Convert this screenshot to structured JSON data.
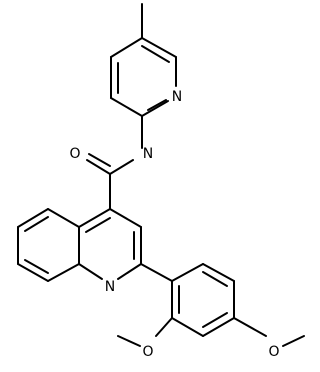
{
  "molecule": {
    "atoms": {
      "pyridine_n": "N",
      "amide_n": "N",
      "amide_o": "O",
      "quinoline_n": "N",
      "methoxy_o_ortho": "O",
      "methoxy_o_para": "O"
    }
  }
}
